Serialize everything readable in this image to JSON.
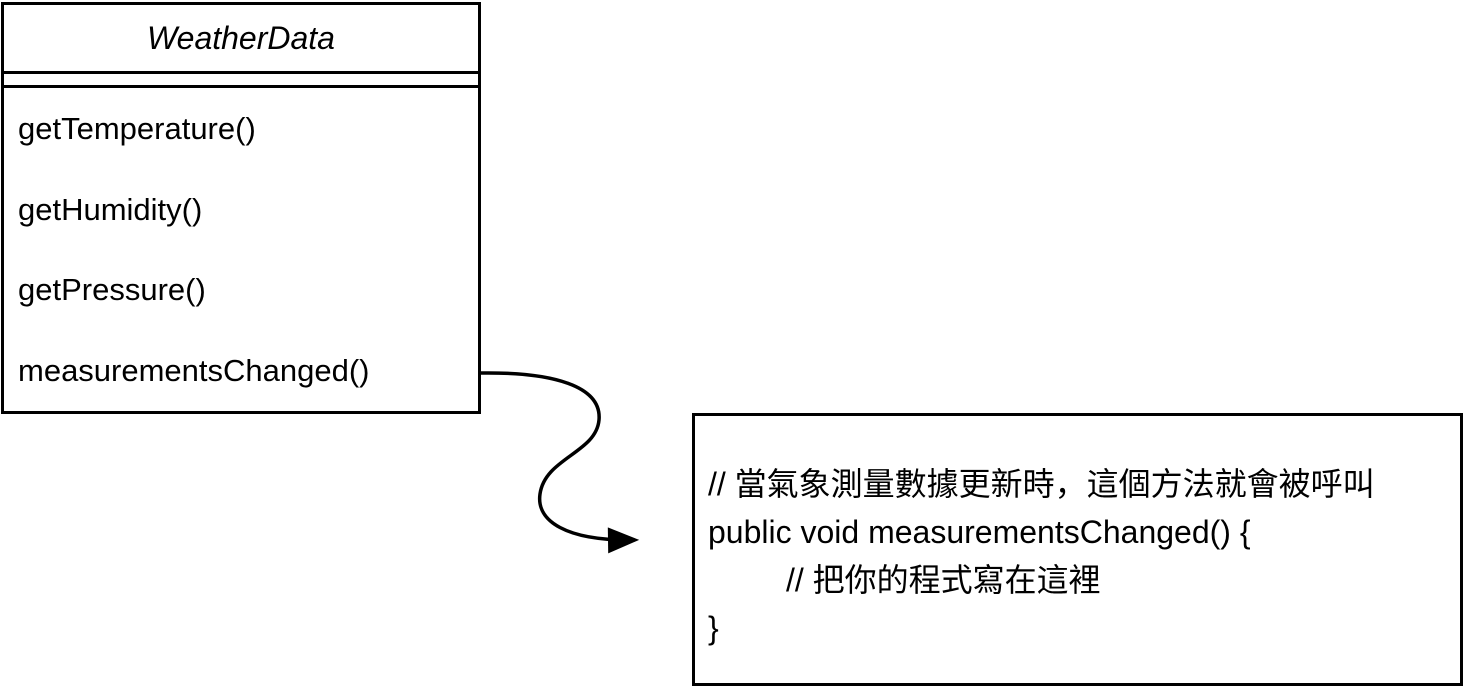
{
  "uml_class": {
    "title": "WeatherData",
    "methods": [
      "getTemperature()",
      "getHumidity()",
      "getPressure()",
      "measurementsChanged()"
    ]
  },
  "code_note": {
    "lines": [
      "// 當氣象測量數據更新時，這個方法就會被呼叫",
      "public void measurementsChanged() {",
      "// 把你的程式寫在這裡",
      "}"
    ]
  },
  "colors": {
    "ink": "#000000",
    "background": "#ffffff"
  }
}
